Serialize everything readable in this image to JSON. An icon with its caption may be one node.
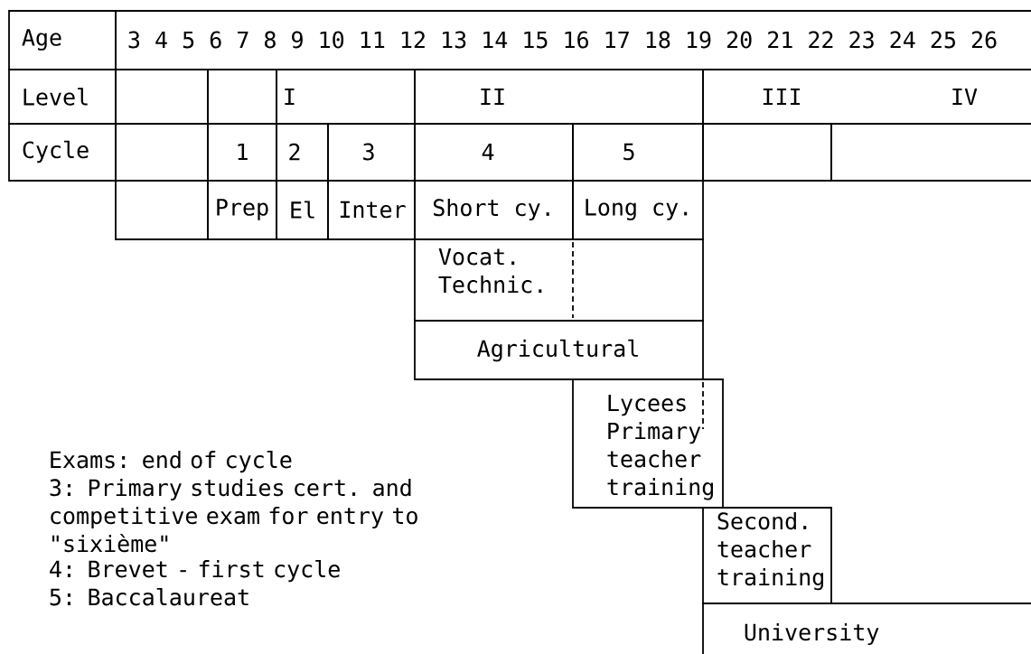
{
  "diagram": {
    "nodes": [
      {
        "text": [
          "Age"
        ]
      },
      {
        "text": [
          "3 4 5 6 7 8 9 10 11 12 13 14 15 16 17 18 19 20 21 22 23 24 25 26"
        ]
      },
      {
        "text": [
          "Level"
        ]
      },
      {
        "text": [],
        "shape": "box"
      },
      {
        "text": [],
        "shape": "box"
      },
      {
        "text": [
          "I"
        ]
      },
      {
        "text": [
          "II"
        ]
      },
      {
        "text": [
          "III",
          "IV"
        ]
      },
      {
        "text": [
          "Cycle"
        ]
      },
      {
        "text": [],
        "shape": "box"
      },
      {
        "text": [
          "1"
        ]
      },
      {
        "text": [
          "2"
        ]
      },
      {
        "text": [
          "3"
        ]
      },
      {
        "text": [
          "4"
        ]
      },
      {
        "text": [
          "5"
        ]
      },
      {
        "text": [],
        "shape": "box"
      },
      {
        "text": [],
        "shape": "box"
      },
      {
        "text": [],
        "shape": "box"
      },
      {
        "text": [
          "Prep"
        ]
      },
      {
        "text": [
          "El"
        ]
      },
      {
        "text": [
          "Inter"
        ]
      },
      {
        "text": [
          "Short cy."
        ]
      },
      {
        "text": [
          "Long cy."
        ]
      },
      {
        "text": [
          "Vocat. Technic."
        ]
      },
      {
        "text": [
          "Agricultural"
        ]
      },
      {
        "text": [
          "Lycees Primary teacher training"
        ]
      },
      {
        "text": [
          "Second. teacher training"
        ]
      },
      {
        "text": [
          "University"
        ]
      }
    ],
    "labels": [
      "Exams: end of cycle",
      "3: Primary studies cert. and competitive exam for entry to \"sixième\"",
      "4: Brevet - first cycle",
      "5: Baccalaureat"
    ]
  }
}
